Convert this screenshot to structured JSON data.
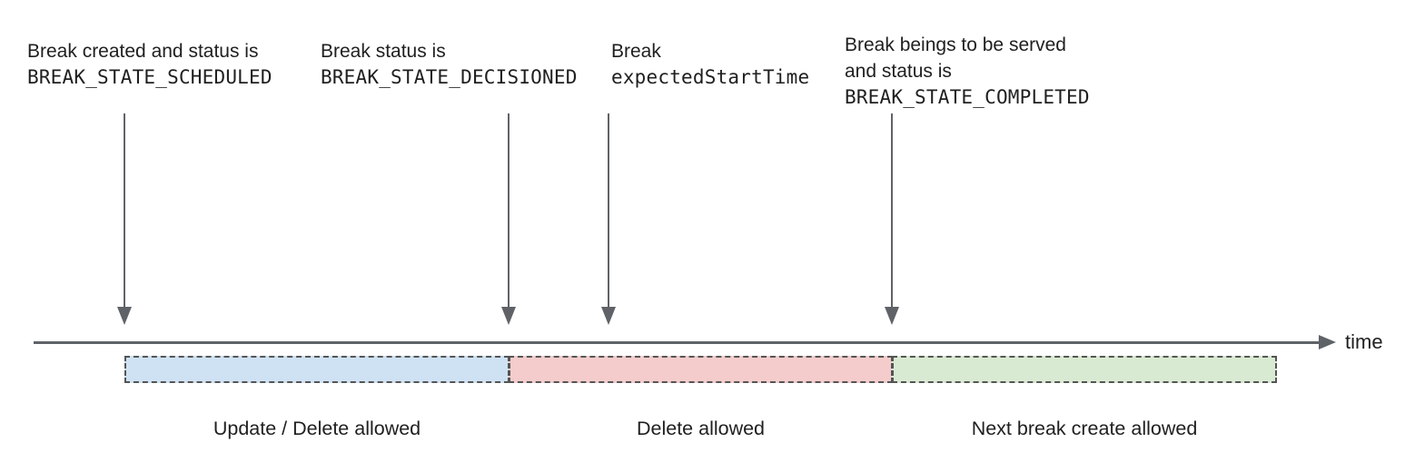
{
  "annotations": [
    {
      "text": "Break created and status is",
      "code": "BREAK_STATE_SCHEDULED"
    },
    {
      "text": "Break status is",
      "code": "BREAK_STATE_DECISIONED"
    },
    {
      "text": "Break",
      "code": "expectedStartTime"
    },
    {
      "text": "Break beings to be served",
      "text2": "and status is",
      "code": "BREAK_STATE_COMPLETED"
    }
  ],
  "timeline": {
    "axis_label": "time"
  },
  "segments": [
    {
      "label": "Update / Delete allowed",
      "color": "#cfe2f3"
    },
    {
      "label": "Delete allowed",
      "color": "#f4cccc"
    },
    {
      "label": "Next break create allowed",
      "color": "#d9ead3"
    }
  ],
  "colors": {
    "arrow_and_axis": "#5f6368",
    "segment_border": "#555555",
    "text": "#1f1f1f"
  }
}
